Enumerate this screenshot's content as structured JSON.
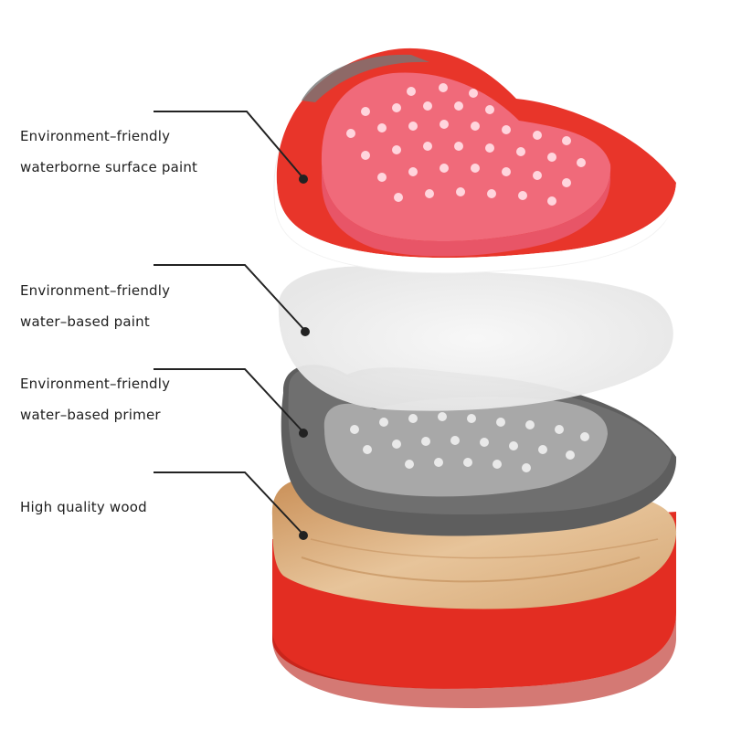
{
  "layers": [
    {
      "line1": "Environment–friendly",
      "line2": "waterborne surface paint"
    },
    {
      "line1": "Environment–friendly",
      "line2": "water–based paint"
    },
    {
      "line1": "Environment–friendly",
      "line2": "water–based primer"
    },
    {
      "line1": "High quality wood",
      "line2": ""
    }
  ],
  "colors": {
    "top_layer": "#e8352a",
    "top_inner": "#f06a7a",
    "dots": "#ffd5dd",
    "paint_layer": "#efefef",
    "primer_layer": "#5e5e5e",
    "primer_inner": "#a8a8a8",
    "wood_top": "#d9a672",
    "wood_side": "#e32d22",
    "leader": "#222222"
  }
}
